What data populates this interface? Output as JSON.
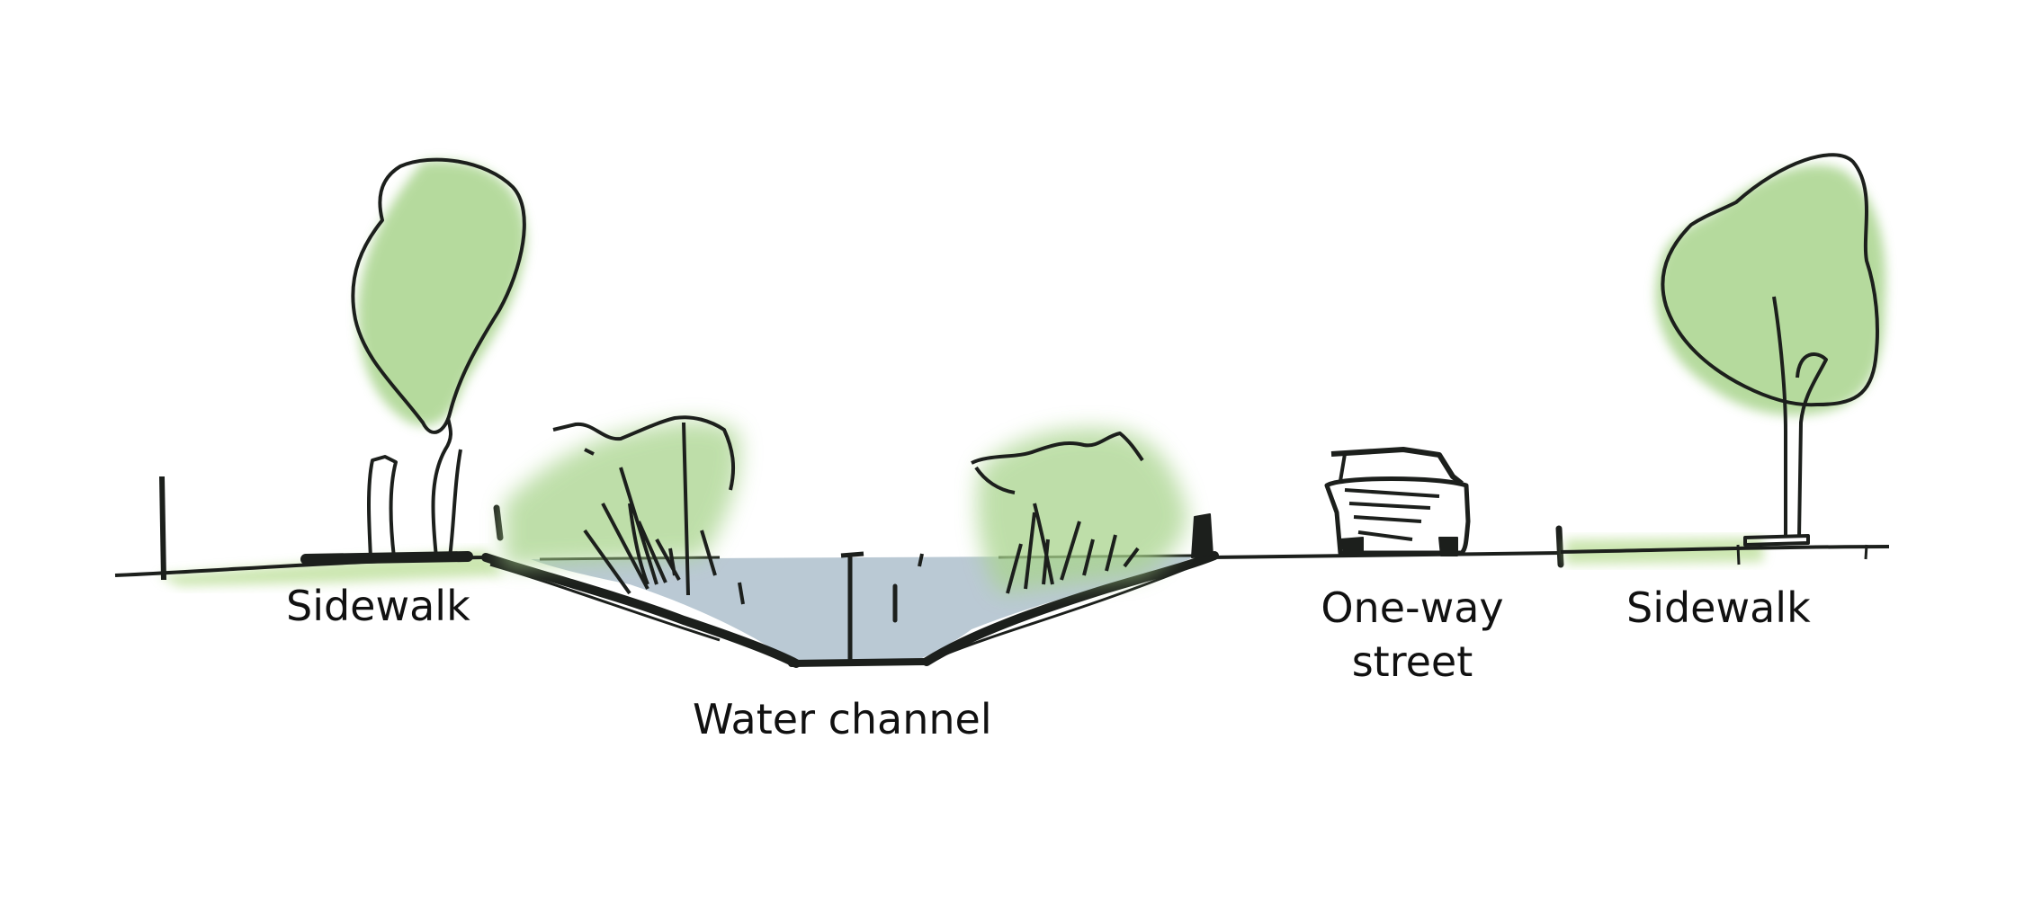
{
  "labels": {
    "sidewalk_left": "Sidewalk",
    "water_channel": "Water channel",
    "one_way_street_line1": "One-way",
    "one_way_street_line2": "street",
    "sidewalk_right": "Sidewalk"
  },
  "colors": {
    "ink": "#1c1f1c",
    "foliage": "#a9d48d",
    "foliage_dark": "#8cc270",
    "water": "#aebfcc",
    "grass": "#b6dc8f",
    "background": "#ffffff"
  }
}
